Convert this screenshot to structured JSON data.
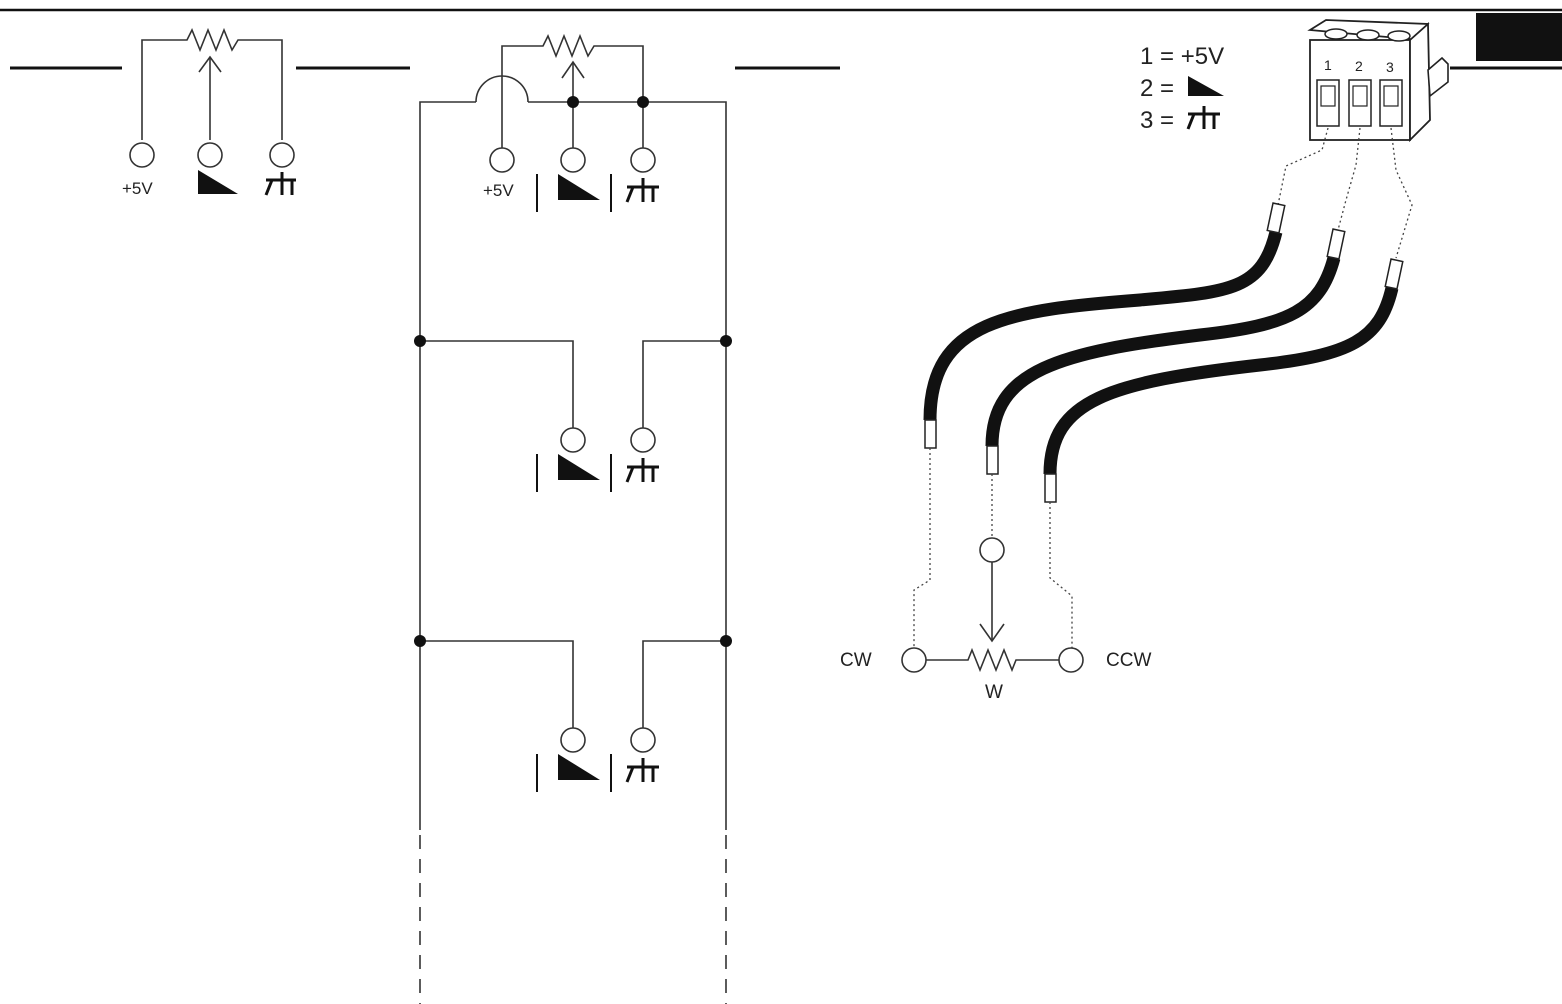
{
  "terminals": {
    "supply": "+5V"
  },
  "legend": {
    "line1": "1 = +5V",
    "line2_prefix": "2 =",
    "line3_prefix": "3 ="
  },
  "connector": {
    "pin1": "1",
    "pin2": "2",
    "pin3": "3"
  },
  "potentiometer": {
    "cw": "CW",
    "ccw": "CCW",
    "wiper": "W"
  },
  "icons": [
    "potentiometer-symbol",
    "signal-wedge-icon",
    "ground-icon",
    "terminal-circle",
    "junction-dot",
    "three-pin-connector",
    "cable"
  ]
}
